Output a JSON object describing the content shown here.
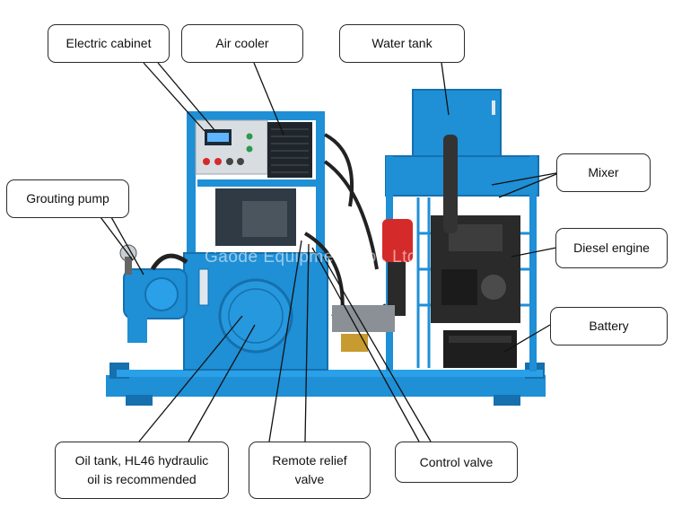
{
  "labels": {
    "electric_cabinet": "Electric cabinet",
    "air_cooler": "Air cooler",
    "water_tank": "Water tank",
    "grouting_pump": "Grouting pump",
    "mixer": "Mixer",
    "diesel_engine": "Diesel engine",
    "battery": "Battery",
    "oil_tank": "Oil tank, HL46 hydraulic\noil is recommended",
    "remote_relief_valve": "Remote relief\nvalve",
    "control_valve": "Control valve"
  },
  "watermark": "Gaode Equipment Co., Ltd",
  "colors": {
    "frame_blue": "#1f8fd6",
    "frame_blue_dark": "#1570ad",
    "engine_black": "#2a2a2a",
    "radiator_red": "#d42a2a",
    "leader_line": "#111111"
  }
}
